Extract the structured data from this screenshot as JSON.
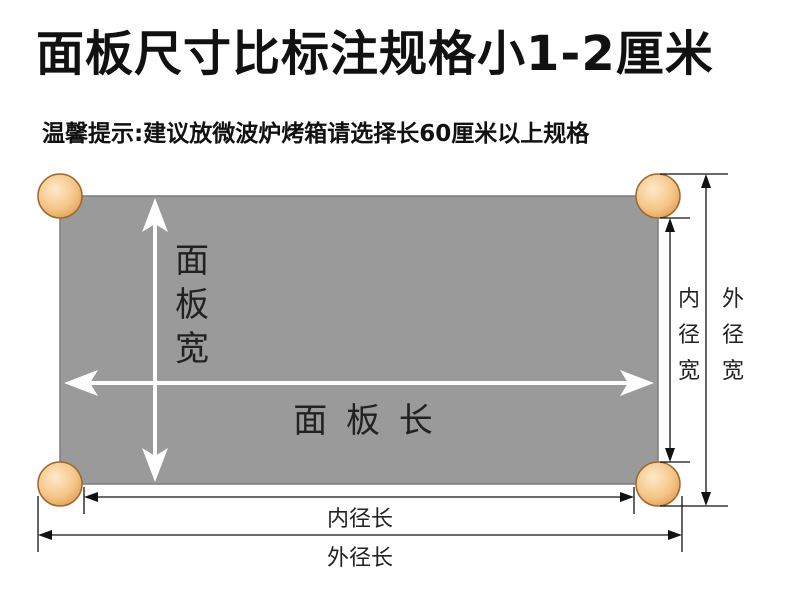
{
  "title": "面板尺寸比标注规格小1-2厘米",
  "note": "温馨提示:建议放微波炉烤箱请选择长60厘米以上规格",
  "labels": {
    "panel_width": [
      "面",
      "板",
      "宽"
    ],
    "panel_length": "面 板 长",
    "inner_length": "内径长",
    "outer_length": "外径长",
    "inner_width": [
      "内",
      "径",
      "宽"
    ],
    "outer_width": [
      "外",
      "径",
      "宽"
    ]
  },
  "colors": {
    "panel": "#9a9a9a",
    "post": "#f7c98a",
    "arrow": "#ffffff",
    "dimension": "#111111"
  }
}
